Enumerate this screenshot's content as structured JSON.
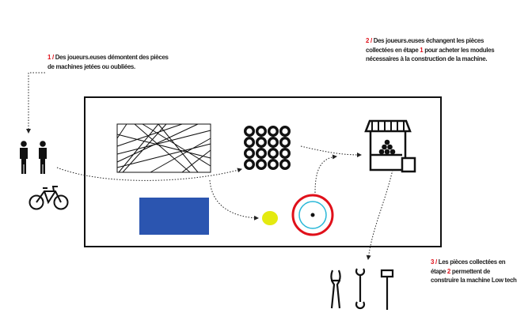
{
  "steps": [
    {
      "number": "1 /",
      "text": "Des joueurs.euses démontent des pièces de machines jetées ou oubliées."
    },
    {
      "number": "2 /",
      "text_before": "Des joueurs.euses échangent les pièces collectées en étape",
      "ref": "1",
      "text_after": "pour acheter les modules nécessaires à la construction de la machine."
    },
    {
      "number": "3 /",
      "text_before": "Les pièces collectées en étape",
      "ref": "2",
      "text_after": "permettent de construire la machine Low tech"
    }
  ],
  "colors": {
    "accent": "#e0101a",
    "blue_module": "#2b55b0",
    "yellow_module": "#e4ea10",
    "target_outer": "#e0101a",
    "target_inner": "#2ab8d8"
  }
}
